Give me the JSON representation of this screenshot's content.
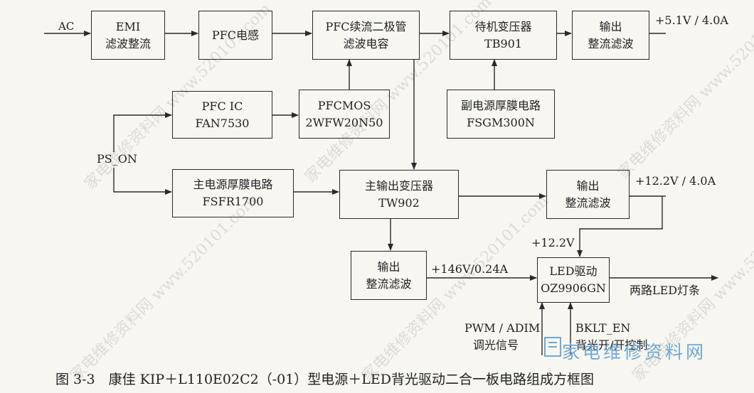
{
  "diagram": {
    "blocks": {
      "emi": [
        "EMI",
        "滤波整流"
      ],
      "pfc_inductor": [
        "PFC电感"
      ],
      "pfc_diode": [
        "PFC续流二极管",
        "滤波电容"
      ],
      "standby_tf": [
        "待机变压器",
        "TB901"
      ],
      "out1": [
        "输出",
        "整流滤波"
      ],
      "pfc_ic": [
        "PFC IC",
        "FAN7530"
      ],
      "pfcmos": [
        "PFCMOS",
        "2WFW20N50"
      ],
      "sub_ps": [
        "副电源厚膜电路",
        "FSGM300N"
      ],
      "main_ps": [
        "主电源厚膜电路",
        "FSFR1700"
      ],
      "main_tf": [
        "主输出变压器",
        "TW902"
      ],
      "out2": [
        "输出",
        "整流滤波"
      ],
      "out3": [
        "输出",
        "整流滤波"
      ],
      "led_drv": [
        "LED驱动",
        "OZ9906GN"
      ]
    },
    "labels": {
      "ac": "AC",
      "v51": "+5.1V / 4.0A",
      "ps_on": "PS_ON",
      "v122a": "+12.2V / 4.0A",
      "v122b": "+12.2V",
      "v146": "+146V/0.24A",
      "led_strip": "两路LED灯条",
      "pwm": "PWM / ADIM",
      "dimming": "调光信号",
      "bklt": "BKLT_EN",
      "bl_switch": "背光开/开控制"
    }
  },
  "caption": "图 3-3　康佳 KIP＋L110E02C2（-01）型电源＋LED背光驱动二合一板电路组成方框图",
  "watermark": {
    "text": "家电维修资料网 www.520101.com",
    "logo": "家电维修资料网"
  },
  "colors": {
    "line": "#2a2a2a",
    "logo": "#6fa9d6",
    "watermark": "#c9c6bd"
  }
}
